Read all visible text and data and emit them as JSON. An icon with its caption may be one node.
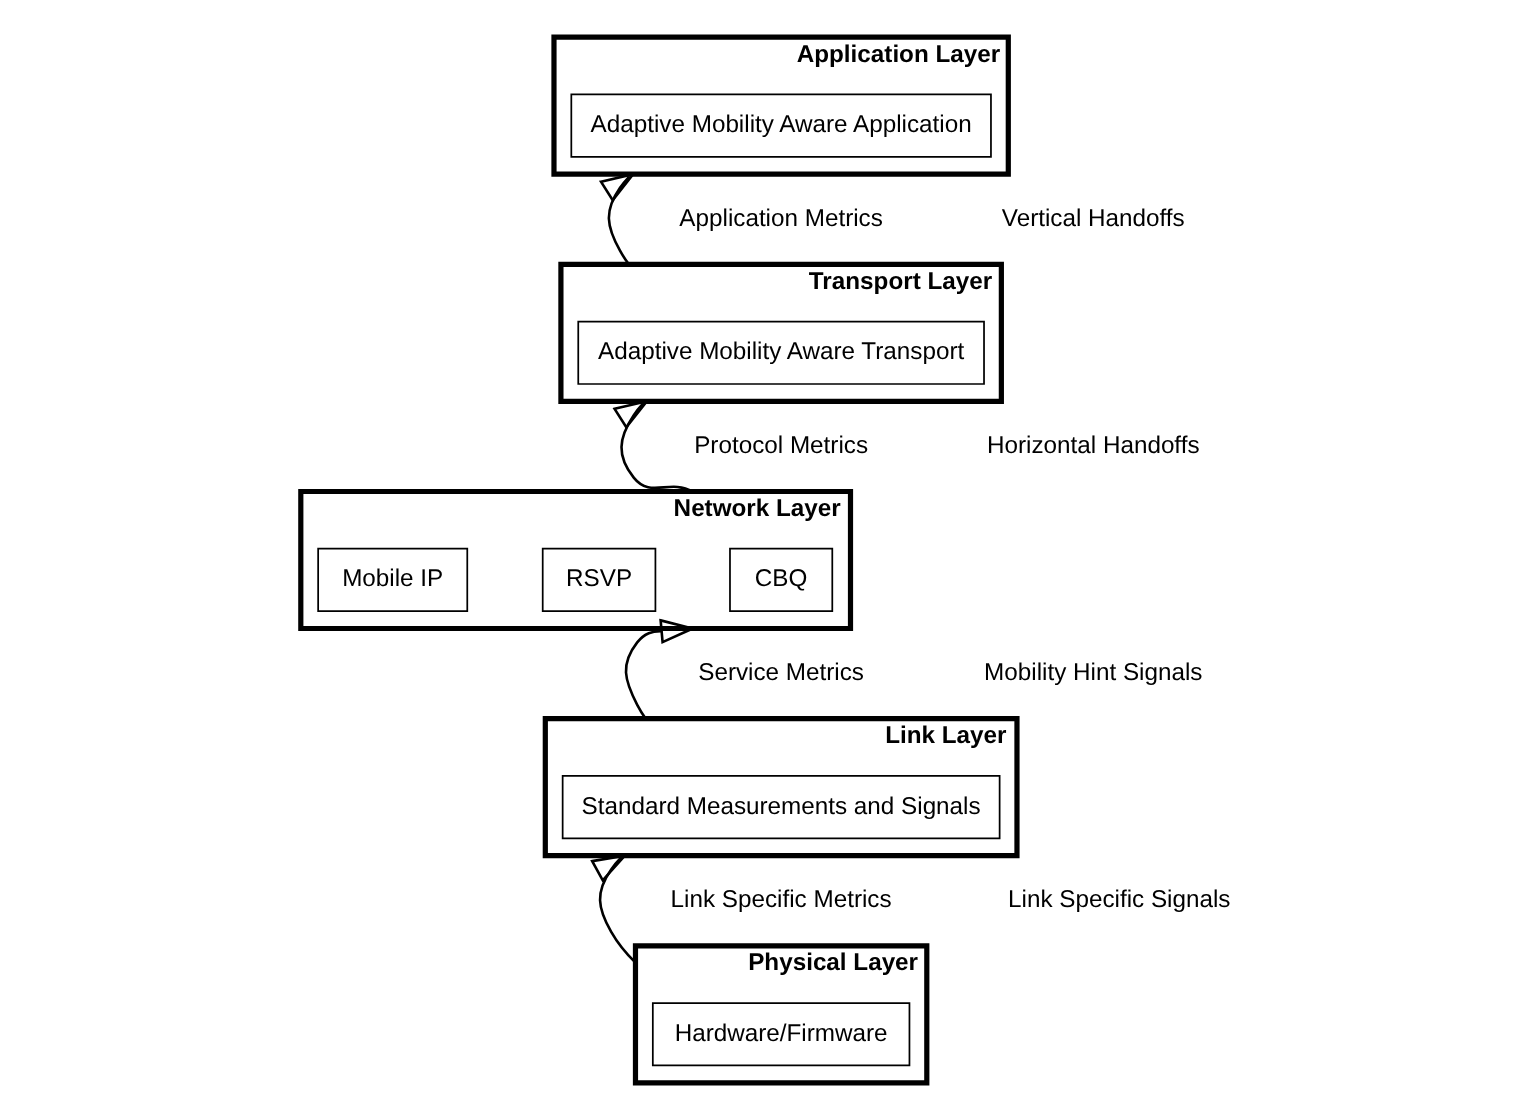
{
  "diagram": {
    "nodes": [
      {
        "text": [
          "Application Layer"
        ]
      },
      {
        "text": [
          "Adaptive Mobility Aware Application"
        ],
        "in": 0
      },
      {
        "text": [
          "Transport Layer"
        ]
      },
      {
        "text": [
          "Adaptive Mobility Aware Transport"
        ],
        "in": 2
      },
      {
        "text": [
          "Network Layer"
        ]
      },
      {
        "text": [
          "CBQ"
        ],
        "in": 4
      },
      {
        "text": [
          "RSVP"
        ],
        "in": 4
      },
      {
        "text": [
          "Mobile IP"
        ],
        "in": 4
      },
      {
        "text": [
          "Link Layer"
        ]
      },
      {
        "text": [
          "Standard Measurements and Signals"
        ],
        "in": 8
      },
      {
        "text": [
          "Physical Layer"
        ]
      },
      {
        "text": [
          "Hardware/Firmware"
        ],
        "in": 10
      }
    ],
    "edges": [
      {
        "from": 2,
        "to": 0,
        "arrow": "to"
      },
      {
        "from": 4,
        "to": 2,
        "arrow": "to"
      },
      {
        "from": 8,
        "to": 4,
        "arrow": "to"
      },
      {
        "from": 10,
        "to": 8,
        "arrow": "to"
      }
    ],
    "labels": [
      "Application Metrics",
      "Vertical Handoffs",
      "Protocol Metrics",
      "Horizontal Handoffs",
      "Service Metrics",
      "Mobility Hint Signals",
      "Link Specific Metrics",
      "Link Specific Signals"
    ]
  }
}
